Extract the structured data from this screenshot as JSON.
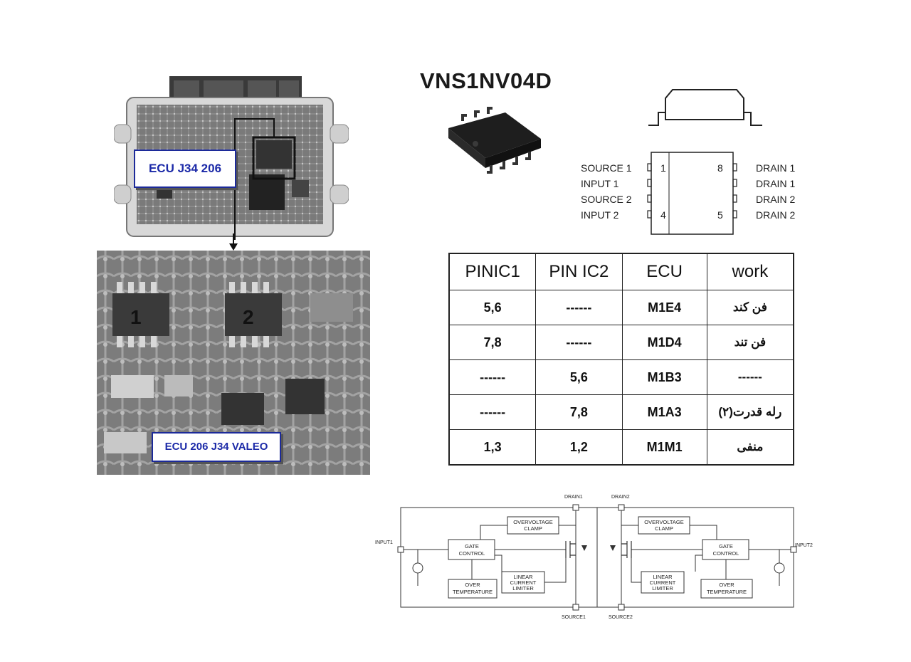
{
  "title": "VNS1NV04D",
  "ecu_photo": {
    "label": "ECU J34  206"
  },
  "pcb_photo": {
    "chip_labels": [
      "1",
      "2"
    ],
    "label": "ECU 206 J34 VALEO"
  },
  "pinout": {
    "left": [
      "SOURCE 1",
      "INPUT 1",
      "SOURCE 2",
      "INPUT 2"
    ],
    "right": [
      "DRAIN 1",
      "DRAIN 1",
      "DRAIN 2",
      "DRAIN 2"
    ],
    "pin_numbers": [
      "1",
      "8",
      "4",
      "5"
    ]
  },
  "pin_table": {
    "headers": [
      "PINIC1",
      "PIN IC2",
      "ECU",
      "work"
    ],
    "rows": [
      [
        "5,6",
        "------",
        "M1E4",
        "فن کند"
      ],
      [
        "7,8",
        "------",
        "M1D4",
        "فن تند"
      ],
      [
        "------",
        "5,6",
        "M1B3",
        "------"
      ],
      [
        "------",
        "7,8",
        "M1A3",
        "رله قدرت(۲)"
      ],
      [
        "1,3",
        "1,2",
        "M1M1",
        "منفی"
      ]
    ]
  },
  "block_diagram": {
    "terminals": [
      "DRAIN1",
      "DRAIN2",
      "INPUT1",
      "INPUT2",
      "SOURCE1",
      "SOURCE2"
    ],
    "blocks_left": [
      "OVERVOLTAGE",
      "CLAMP",
      "GATE",
      "CONTROL",
      "OVER",
      "TEMPERATURE",
      "LINEAR",
      "CURRENT",
      "LIMITER"
    ],
    "blocks_right": [
      "OVERVOLTAGE",
      "CLAMP",
      "GATE",
      "CONTROL",
      "OVER",
      "TEMPERATURE",
      "LINEAR",
      "CURRENT",
      "LIMITER"
    ]
  }
}
